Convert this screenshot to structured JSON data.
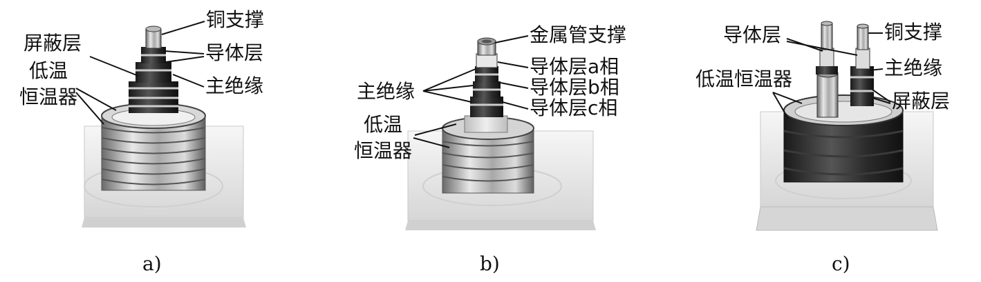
{
  "panels": [
    {
      "caption": "a)",
      "labels": {
        "copper_support": "铜支撑",
        "shield_layer": "屏蔽层",
        "conductor_layer": "导体层",
        "main_insulation": "主绝缘",
        "cryostat_line1": "低温",
        "cryostat_line2": "恒温器"
      }
    },
    {
      "caption": "b)",
      "labels": {
        "metal_tube_support": "金属管支撑",
        "conductor_a": "导体层a相",
        "conductor_b": "导体层b相",
        "conductor_c": "导体层c相",
        "main_insulation": "主绝缘",
        "cryostat_line1": "低温",
        "cryostat_line2": "恒温器"
      }
    },
    {
      "caption": "c)",
      "labels": {
        "conductor_layer": "导体层",
        "copper_support": "铜支撑",
        "main_insulation": "主绝缘",
        "cryostat": "低温恒温器",
        "shield_layer": "屏蔽层"
      }
    }
  ]
}
